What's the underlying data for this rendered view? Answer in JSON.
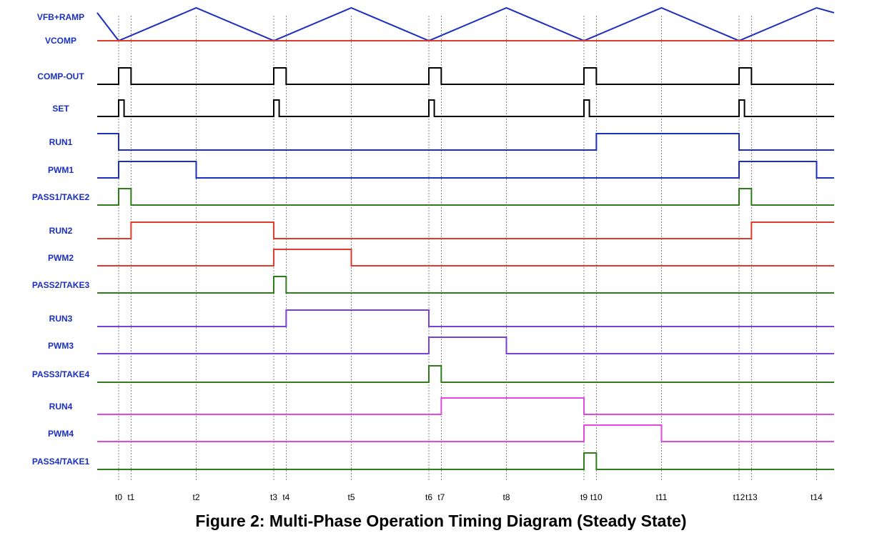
{
  "figure": {
    "caption": "Figure 2: Multi-Phase Operation Timing Diagram (Steady State)",
    "label_color": "#1a2fc0",
    "grid_color": "#666666"
  },
  "time_markers": [
    {
      "name": "t0",
      "t": 0.0
    },
    {
      "name": "t1",
      "t": 0.16
    },
    {
      "name": "t2",
      "t": 1.0
    },
    {
      "name": "t3",
      "t": 2.0
    },
    {
      "name": "t4",
      "t": 2.16
    },
    {
      "name": "t5",
      "t": 3.0
    },
    {
      "name": "t6",
      "t": 4.0
    },
    {
      "name": "t7",
      "t": 4.16
    },
    {
      "name": "t8",
      "t": 5.0
    },
    {
      "name": "t9",
      "t": 6.0
    },
    {
      "name": "t10",
      "t": 6.16
    },
    {
      "name": "t11",
      "t": 7.0
    },
    {
      "name": "t12",
      "t": 8.0
    },
    {
      "name": "t13",
      "t": 8.16
    },
    {
      "name": "t14",
      "t": 9.0
    }
  ],
  "time_range": [
    -0.3,
    9.3
  ],
  "ramp": {
    "label": "VFB+RAMP",
    "color": "#1a2fc0",
    "points": [
      [
        -0.3,
        0.85
      ],
      [
        0,
        0
      ],
      [
        1,
        1
      ],
      [
        2,
        0
      ],
      [
        3,
        1
      ],
      [
        4,
        0
      ],
      [
        5,
        1
      ],
      [
        6,
        0
      ],
      [
        7,
        1
      ],
      [
        8,
        0
      ],
      [
        9,
        1
      ],
      [
        9.3,
        0.85
      ]
    ]
  },
  "vcomp": {
    "label": "VCOMP",
    "color": "#e03a2a"
  },
  "signals": [
    {
      "label": "COMP-OUT",
      "color": "#000000",
      "initial": 0,
      "transitions": [
        [
          0,
          1
        ],
        [
          0.16,
          0
        ],
        [
          2,
          1
        ],
        [
          2.16,
          0
        ],
        [
          4,
          1
        ],
        [
          4.16,
          0
        ],
        [
          6,
          1
        ],
        [
          6.16,
          0
        ],
        [
          8,
          1
        ],
        [
          8.16,
          0
        ]
      ]
    },
    {
      "label": "SET",
      "color": "#000000",
      "initial": 0,
      "transitions": [
        [
          0.0,
          1
        ],
        [
          0.07,
          0
        ],
        [
          2.0,
          1
        ],
        [
          2.07,
          0
        ],
        [
          4.0,
          1
        ],
        [
          4.07,
          0
        ],
        [
          6.0,
          1
        ],
        [
          6.07,
          0
        ],
        [
          8.0,
          1
        ],
        [
          8.07,
          0
        ]
      ]
    },
    {
      "label": "RUN1",
      "color": "#1a2fc0",
      "initial": 1,
      "transitions": [
        [
          0,
          0
        ],
        [
          6.16,
          1
        ],
        [
          8,
          0
        ]
      ]
    },
    {
      "label": "PWM1",
      "color": "#1a2fc0",
      "initial": 0,
      "transitions": [
        [
          0,
          1
        ],
        [
          1,
          0
        ],
        [
          8,
          1
        ],
        [
          9,
          0
        ]
      ]
    },
    {
      "label": "PASS1/TAKE2",
      "color": "#2e7d1a",
      "initial": 0,
      "transitions": [
        [
          0,
          1
        ],
        [
          0.16,
          0
        ],
        [
          8,
          1
        ],
        [
          8.16,
          0
        ]
      ]
    },
    {
      "label": "RUN2",
      "color": "#e03a2a",
      "initial": 0,
      "transitions": [
        [
          0.16,
          1
        ],
        [
          2,
          0
        ],
        [
          8.16,
          1
        ]
      ]
    },
    {
      "label": "PWM2",
      "color": "#e03a2a",
      "initial": 0,
      "transitions": [
        [
          2,
          1
        ],
        [
          3,
          0
        ]
      ]
    },
    {
      "label": "PASS2/TAKE3",
      "color": "#2e7d1a",
      "initial": 0,
      "transitions": [
        [
          2,
          1
        ],
        [
          2.16,
          0
        ]
      ]
    },
    {
      "label": "RUN3",
      "color": "#7a3fd8",
      "initial": 0,
      "transitions": [
        [
          2.16,
          1
        ],
        [
          4,
          0
        ]
      ]
    },
    {
      "label": "PWM3",
      "color": "#7a3fd8",
      "initial": 0,
      "transitions": [
        [
          4,
          1
        ],
        [
          5,
          0
        ]
      ]
    },
    {
      "label": "PASS3/TAKE4",
      "color": "#2e7d1a",
      "initial": 0,
      "transitions": [
        [
          4,
          1
        ],
        [
          4.16,
          0
        ]
      ]
    },
    {
      "label": "RUN4",
      "color": "#e04ae0",
      "initial": 0,
      "transitions": [
        [
          4.16,
          1
        ],
        [
          6,
          0
        ]
      ]
    },
    {
      "label": "PWM4",
      "color": "#e04ae0",
      "initial": 0,
      "transitions": [
        [
          6,
          1
        ],
        [
          7,
          0
        ]
      ]
    },
    {
      "label": "PASS4/TAKE1",
      "color": "#2e7d1a",
      "initial": 0,
      "transitions": [
        [
          6,
          1
        ],
        [
          6.16,
          0
        ]
      ]
    }
  ]
}
